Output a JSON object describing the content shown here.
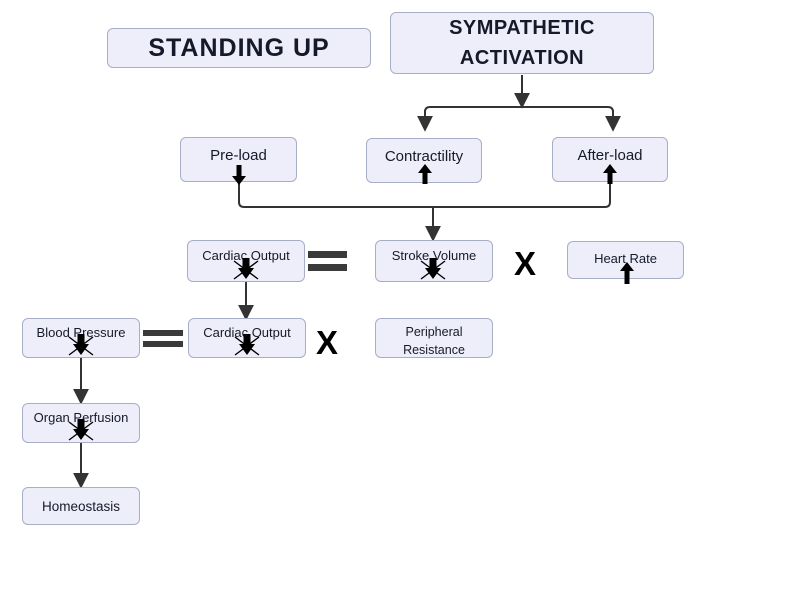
{
  "diagram": {
    "topic": "STANDING UP",
    "colors": {
      "node_fill": "#edeef9",
      "node_border": "#a9aec7",
      "text": "#16192a",
      "connector": "#333333",
      "operator": "#3a3a3a",
      "glyph": "#000000"
    }
  },
  "nodes": {
    "standing_up": {
      "label": "STANDING UP",
      "trend": "none"
    },
    "sympathetic_activation": {
      "label": "SYMPATHETIC ACTIVATION",
      "trend": "none"
    },
    "pre_load": {
      "label": "Pre-load",
      "trend": "decrease",
      "icon": "thick-down-arrow-icon"
    },
    "contractility": {
      "label": "Contractility",
      "trend": "increase",
      "icon": "thick-up-arrow-icon"
    },
    "after_load": {
      "label": "After-load",
      "trend": "increase",
      "icon": "thick-up-arrow-icon"
    },
    "cardiac_output_top": {
      "label": "Cardiac Output",
      "trend": "decrease-crossed-out",
      "icon": "down-arrow-crossed-icon"
    },
    "stroke_volume": {
      "label": "Stroke Volume",
      "trend": "decrease-crossed-out",
      "icon": "down-arrow-crossed-icon"
    },
    "heart_rate": {
      "label": "Heart Rate",
      "trend": "increase",
      "icon": "thick-up-arrow-icon"
    },
    "blood_pressure": {
      "label": "Blood Pressure",
      "trend": "decrease-crossed-out",
      "icon": "down-arrow-crossed-icon"
    },
    "cardiac_output_bottom": {
      "label": "Cardiac Output",
      "trend": "decrease-crossed-out",
      "icon": "down-arrow-crossed-icon"
    },
    "peripheral_resistance": {
      "label": "Peripheral Resistance",
      "trend": "none"
    },
    "organ_perfusion": {
      "label": "Organ Perfusion",
      "trend": "decrease-crossed-out",
      "icon": "down-arrow-crossed-icon"
    },
    "homeostasis": {
      "label": "Homeostasis",
      "trend": "none"
    }
  },
  "operators": {
    "equals": "=",
    "times": "X"
  },
  "equations": [
    "Cardiac Output = Stroke Volume X Heart Rate",
    "Blood Pressure = Cardiac Output X Peripheral Resistance"
  ]
}
